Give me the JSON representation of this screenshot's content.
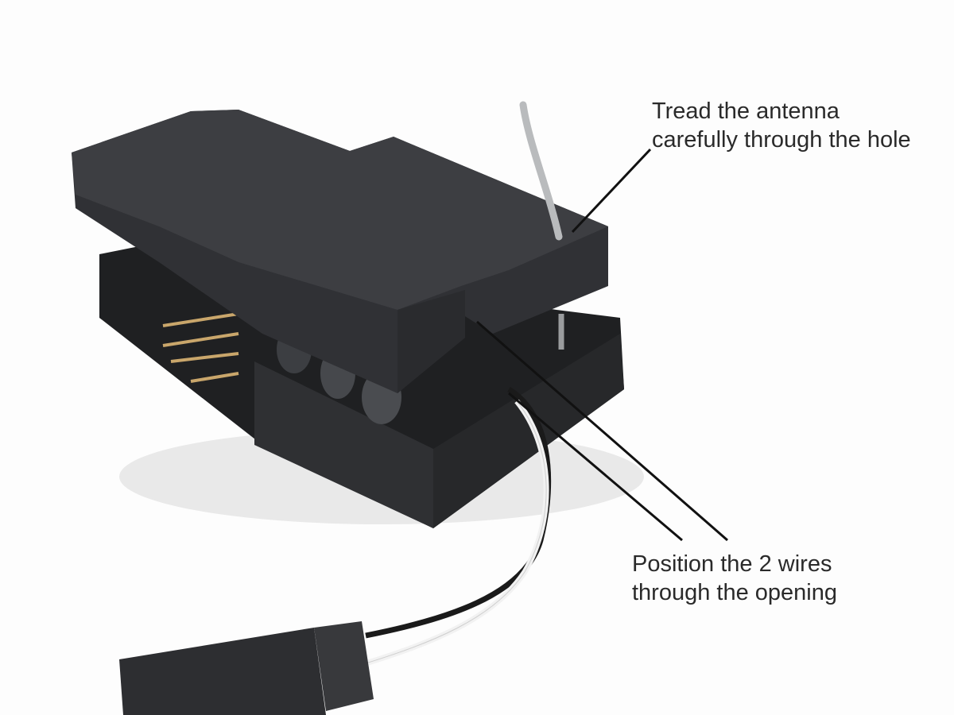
{
  "annotations": {
    "antenna": {
      "line1": "Tread the antenna",
      "line2": "carefully through the hole"
    },
    "wires": {
      "line1": "Position the 2 wires",
      "line2": "through the opening"
    }
  },
  "colors": {
    "background": "#fdfdfd",
    "case": "#2b2c2e",
    "text": "#2a2a2a",
    "leader": "#111111"
  }
}
